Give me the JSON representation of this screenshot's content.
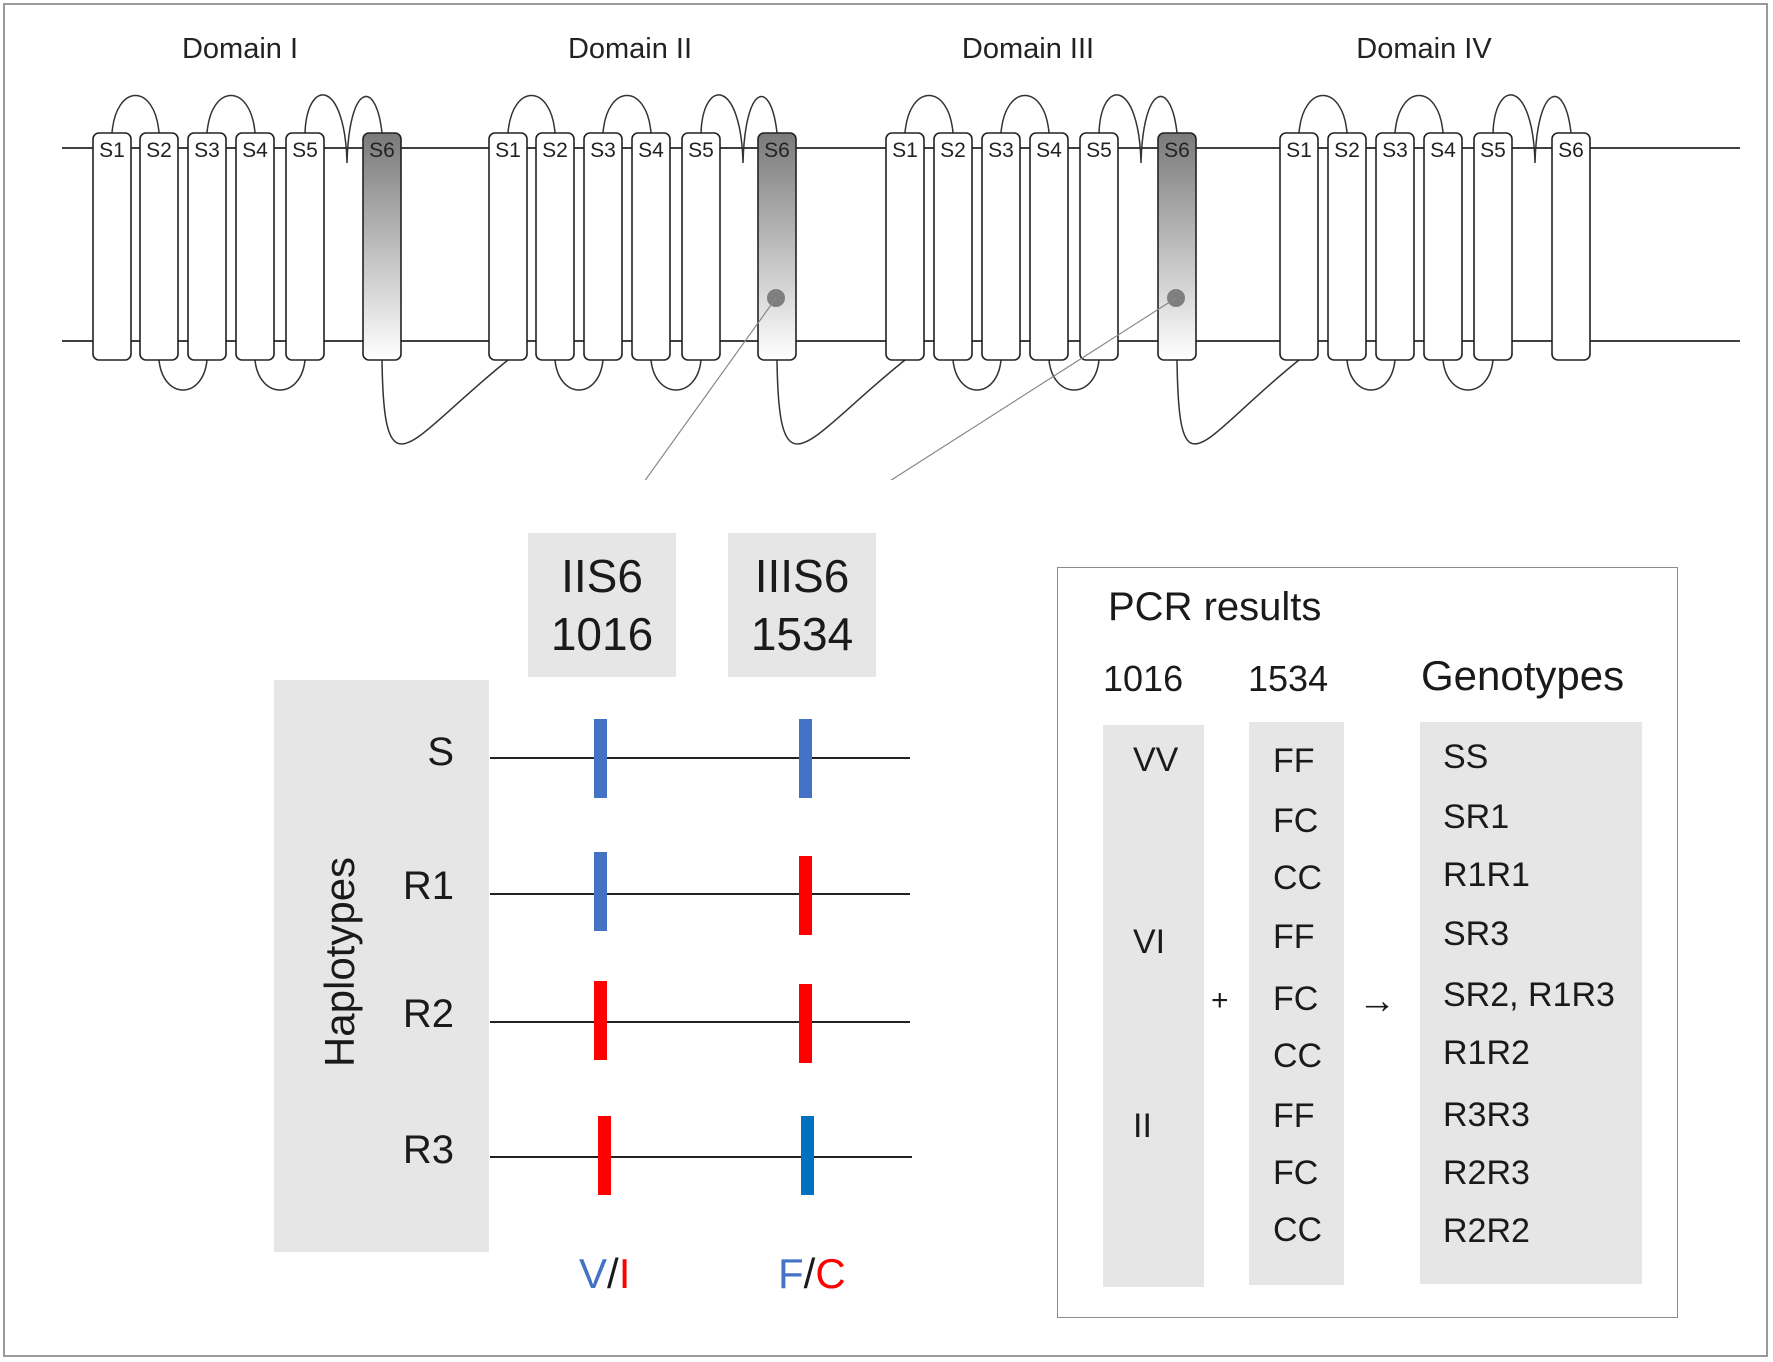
{
  "domains": [
    {
      "label": "Domain I",
      "segments": [
        "S1",
        "S2",
        "S3",
        "S4",
        "S5",
        "S6"
      ]
    },
    {
      "label": "Domain II",
      "segments": [
        "S1",
        "S2",
        "S3",
        "S4",
        "S5",
        "S6"
      ]
    },
    {
      "label": "Domain III",
      "segments": [
        "S1",
        "S2",
        "S3",
        "S4",
        "S5",
        "S6"
      ]
    },
    {
      "label": "Domain IV",
      "segments": [
        "S1",
        "S2",
        "S3",
        "S4",
        "S5",
        "S6"
      ]
    }
  ],
  "sites": [
    {
      "name": "IIS6",
      "position": "1016"
    },
    {
      "name": "IIIS6",
      "position": "1534"
    }
  ],
  "haplotypes": {
    "title": "Haplotypes",
    "rows": [
      {
        "label": "S",
        "site1016": "V",
        "site1534": "F"
      },
      {
        "label": "R1",
        "site1016": "V",
        "site1534": "C"
      },
      {
        "label": "R2",
        "site1016": "I",
        "site1534": "C"
      },
      {
        "label": "R3",
        "site1016": "I",
        "site1534": "F"
      }
    ]
  },
  "variants": {
    "site1016": {
      "sensitive": "V",
      "sep": "/",
      "resistant": "I"
    },
    "site1534": {
      "sensitive": "F",
      "sep": "/",
      "resistant": "C"
    }
  },
  "pcr": {
    "title": "PCR results",
    "col1016": "1016",
    "col1534": "1534",
    "genotypes_title": "Genotypes",
    "plus": "+",
    "arrow": "→",
    "g1016": [
      "VV",
      "VI",
      "II"
    ],
    "g1534": [
      "FF",
      "FC",
      "CC",
      "FF",
      "FC",
      "CC",
      "FF",
      "FC",
      "CC"
    ],
    "genotypes": [
      "SS",
      "SR1",
      "R1R1",
      "SR3",
      "SR2, R1R3",
      "R1R2",
      "R3R3",
      "R2R3",
      "R2R2"
    ]
  },
  "colors": {
    "sensitive": "#4472c4",
    "resistant": "#ff0000",
    "box": "#e6e6e6"
  }
}
